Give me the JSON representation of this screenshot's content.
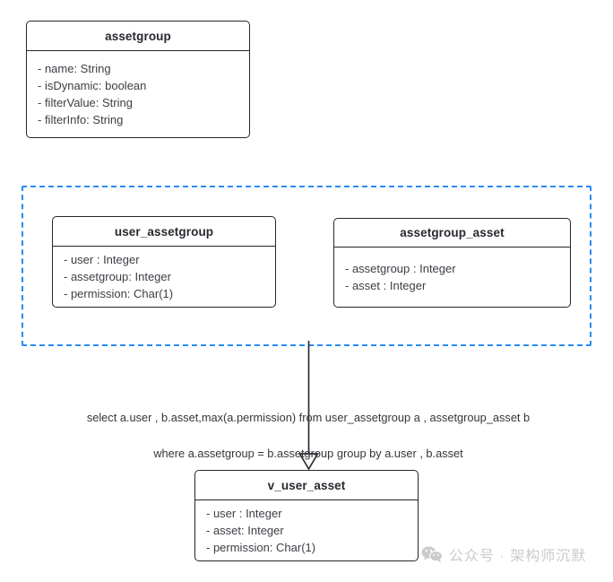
{
  "diagram": {
    "background": "#ffffff",
    "box_border_color": "#24272d",
    "group_border_color": "#2a8bf2",
    "text_color": "#3b3e44",
    "classes": [
      {
        "id": "assetgroup",
        "title": "assetgroup",
        "attributes": [
          "- name: String",
          "- isDynamic: boolean",
          "- filterValue: String",
          "- filterInfo: String"
        ]
      },
      {
        "id": "user_assetgroup",
        "title": "user_assetgroup",
        "attributes": [
          "- user : Integer",
          "- assetgroup: Integer",
          "- permission: Char(1)"
        ]
      },
      {
        "id": "assetgroup_asset",
        "title": "assetgroup_asset",
        "attributes": [
          "- assetgroup : Integer",
          "- asset : Integer"
        ]
      },
      {
        "id": "v_user_asset",
        "title": "v_user_asset",
        "attributes": [
          "- user : Integer",
          "- asset: Integer",
          "- permission: Char(1)"
        ]
      }
    ],
    "group_region": {
      "label": ""
    },
    "connector": {
      "note_line_1": "select a.user , b.asset,max(a.permission) from user_assetgroup a , assetgroup_asset b",
      "note_line_2": "where a.assetgroup = b.assetgroup group by a.user , b.asset",
      "arrow_style": "hollow-triangle"
    }
  },
  "watermark": {
    "icon": "wechat-icon",
    "text": "公众号 · 架构师沉默"
  }
}
